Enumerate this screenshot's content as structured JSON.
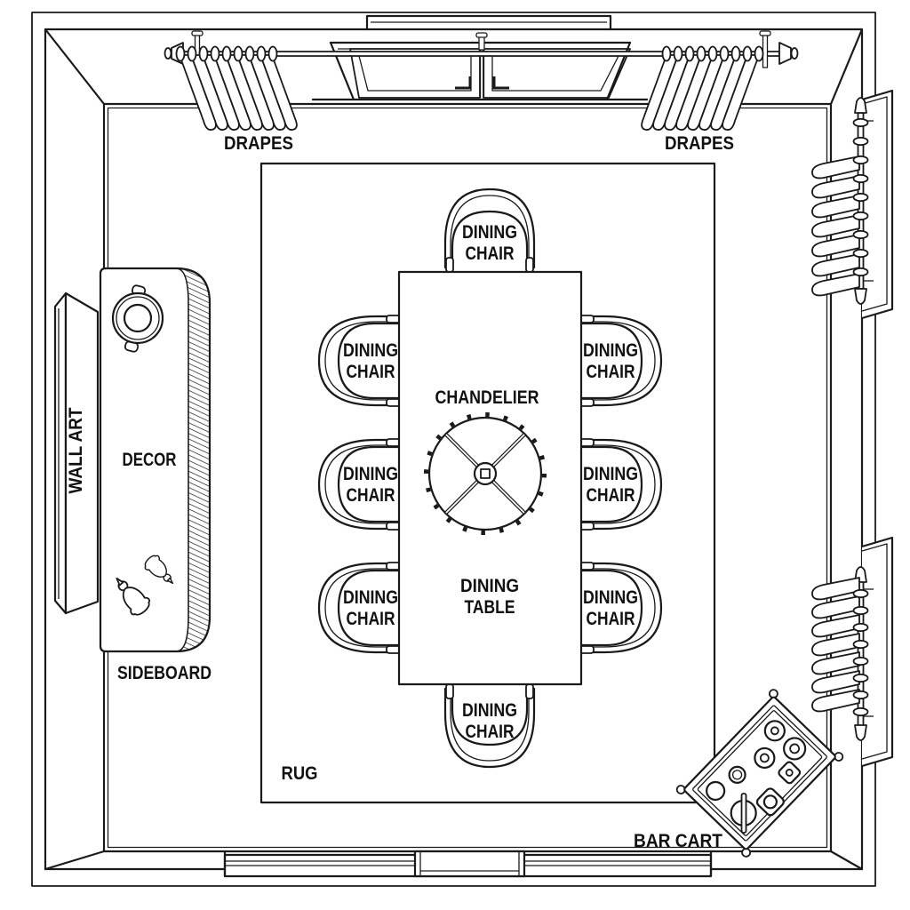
{
  "plan": {
    "background": "#ffffff",
    "line_color": "#1a1a1a",
    "labels": {
      "drapes_left": "DRAPES",
      "drapes_right": "DRAPES",
      "wall_art": "WALL ART",
      "decor": "DECOR",
      "sideboard": "SIDEBOARD",
      "chandelier": "CHANDELIER",
      "rug": "RUG",
      "bar_cart": "BAR CART",
      "dining_table": [
        "DINING",
        "TABLE"
      ],
      "dining_chair": [
        "DINING",
        "CHAIR"
      ]
    }
  }
}
